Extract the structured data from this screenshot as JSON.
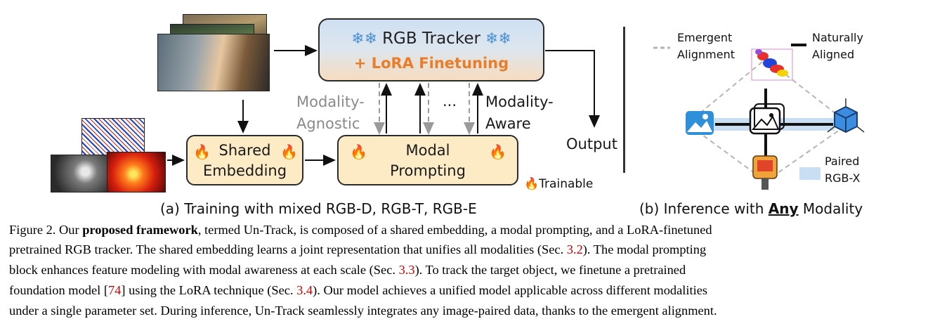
{
  "diagram": {
    "tracker": {
      "title": "RGB Tracker",
      "lora": "+ LoRA Finetuning"
    },
    "shared_embedding": {
      "line1": "Shared",
      "line2": "Embedding"
    },
    "modal_prompting": {
      "line1": "Modal",
      "line2": "Prompting"
    },
    "labels": {
      "modality_agnostic_1": "Modality-",
      "modality_agnostic_2": "Agnostic",
      "modality_aware_1": "Modality-",
      "modality_aware_2": "Aware",
      "dots": "...",
      "output": "Output",
      "trainable": "Trainable"
    },
    "sub_a": "(a) Training with mixed RGB-D, RGB-T, RGB-E",
    "sub_b_prefix": "(b) Inference with ",
    "sub_b_any": "Any",
    "sub_b_suffix": " Modality",
    "legend": {
      "emergent_1": "Emergent",
      "emergent_2": "Alignment",
      "natural_1": "Naturally",
      "natural_2": "Aligned",
      "paired_1": "Paired",
      "paired_2": "RGB-X"
    }
  },
  "caption": {
    "l1_a": "Figure 2.  Our ",
    "l1_b": "proposed framework",
    "l1_c": ", termed Un-Track, is composed of a shared embedding, a modal prompting, and a LoRA-finetuned",
    "l2_a": "pretrained RGB tracker.  The shared embedding learns a joint representation that unifies all modalities (Sec. ",
    "l2_ref": "3.2",
    "l2_c": ").  The modal prompting",
    "l3_a": "block enhances feature modeling with modal awareness at each scale (Sec. ",
    "l3_ref": "3.3",
    "l3_c": ").  To track the target object, we finetune a pretrained",
    "l4_a": "foundation model [",
    "l4_ref1": "74",
    "l4_b": "] using the LoRA technique (Sec. ",
    "l4_ref2": "3.4",
    "l4_c": ").  Our model achieves a unified model applicable across different modalities",
    "l5": "under a single parameter set. During inference, Un-Track seamlessly integrates any image-paired data, thanks to the emergent alignment."
  }
}
